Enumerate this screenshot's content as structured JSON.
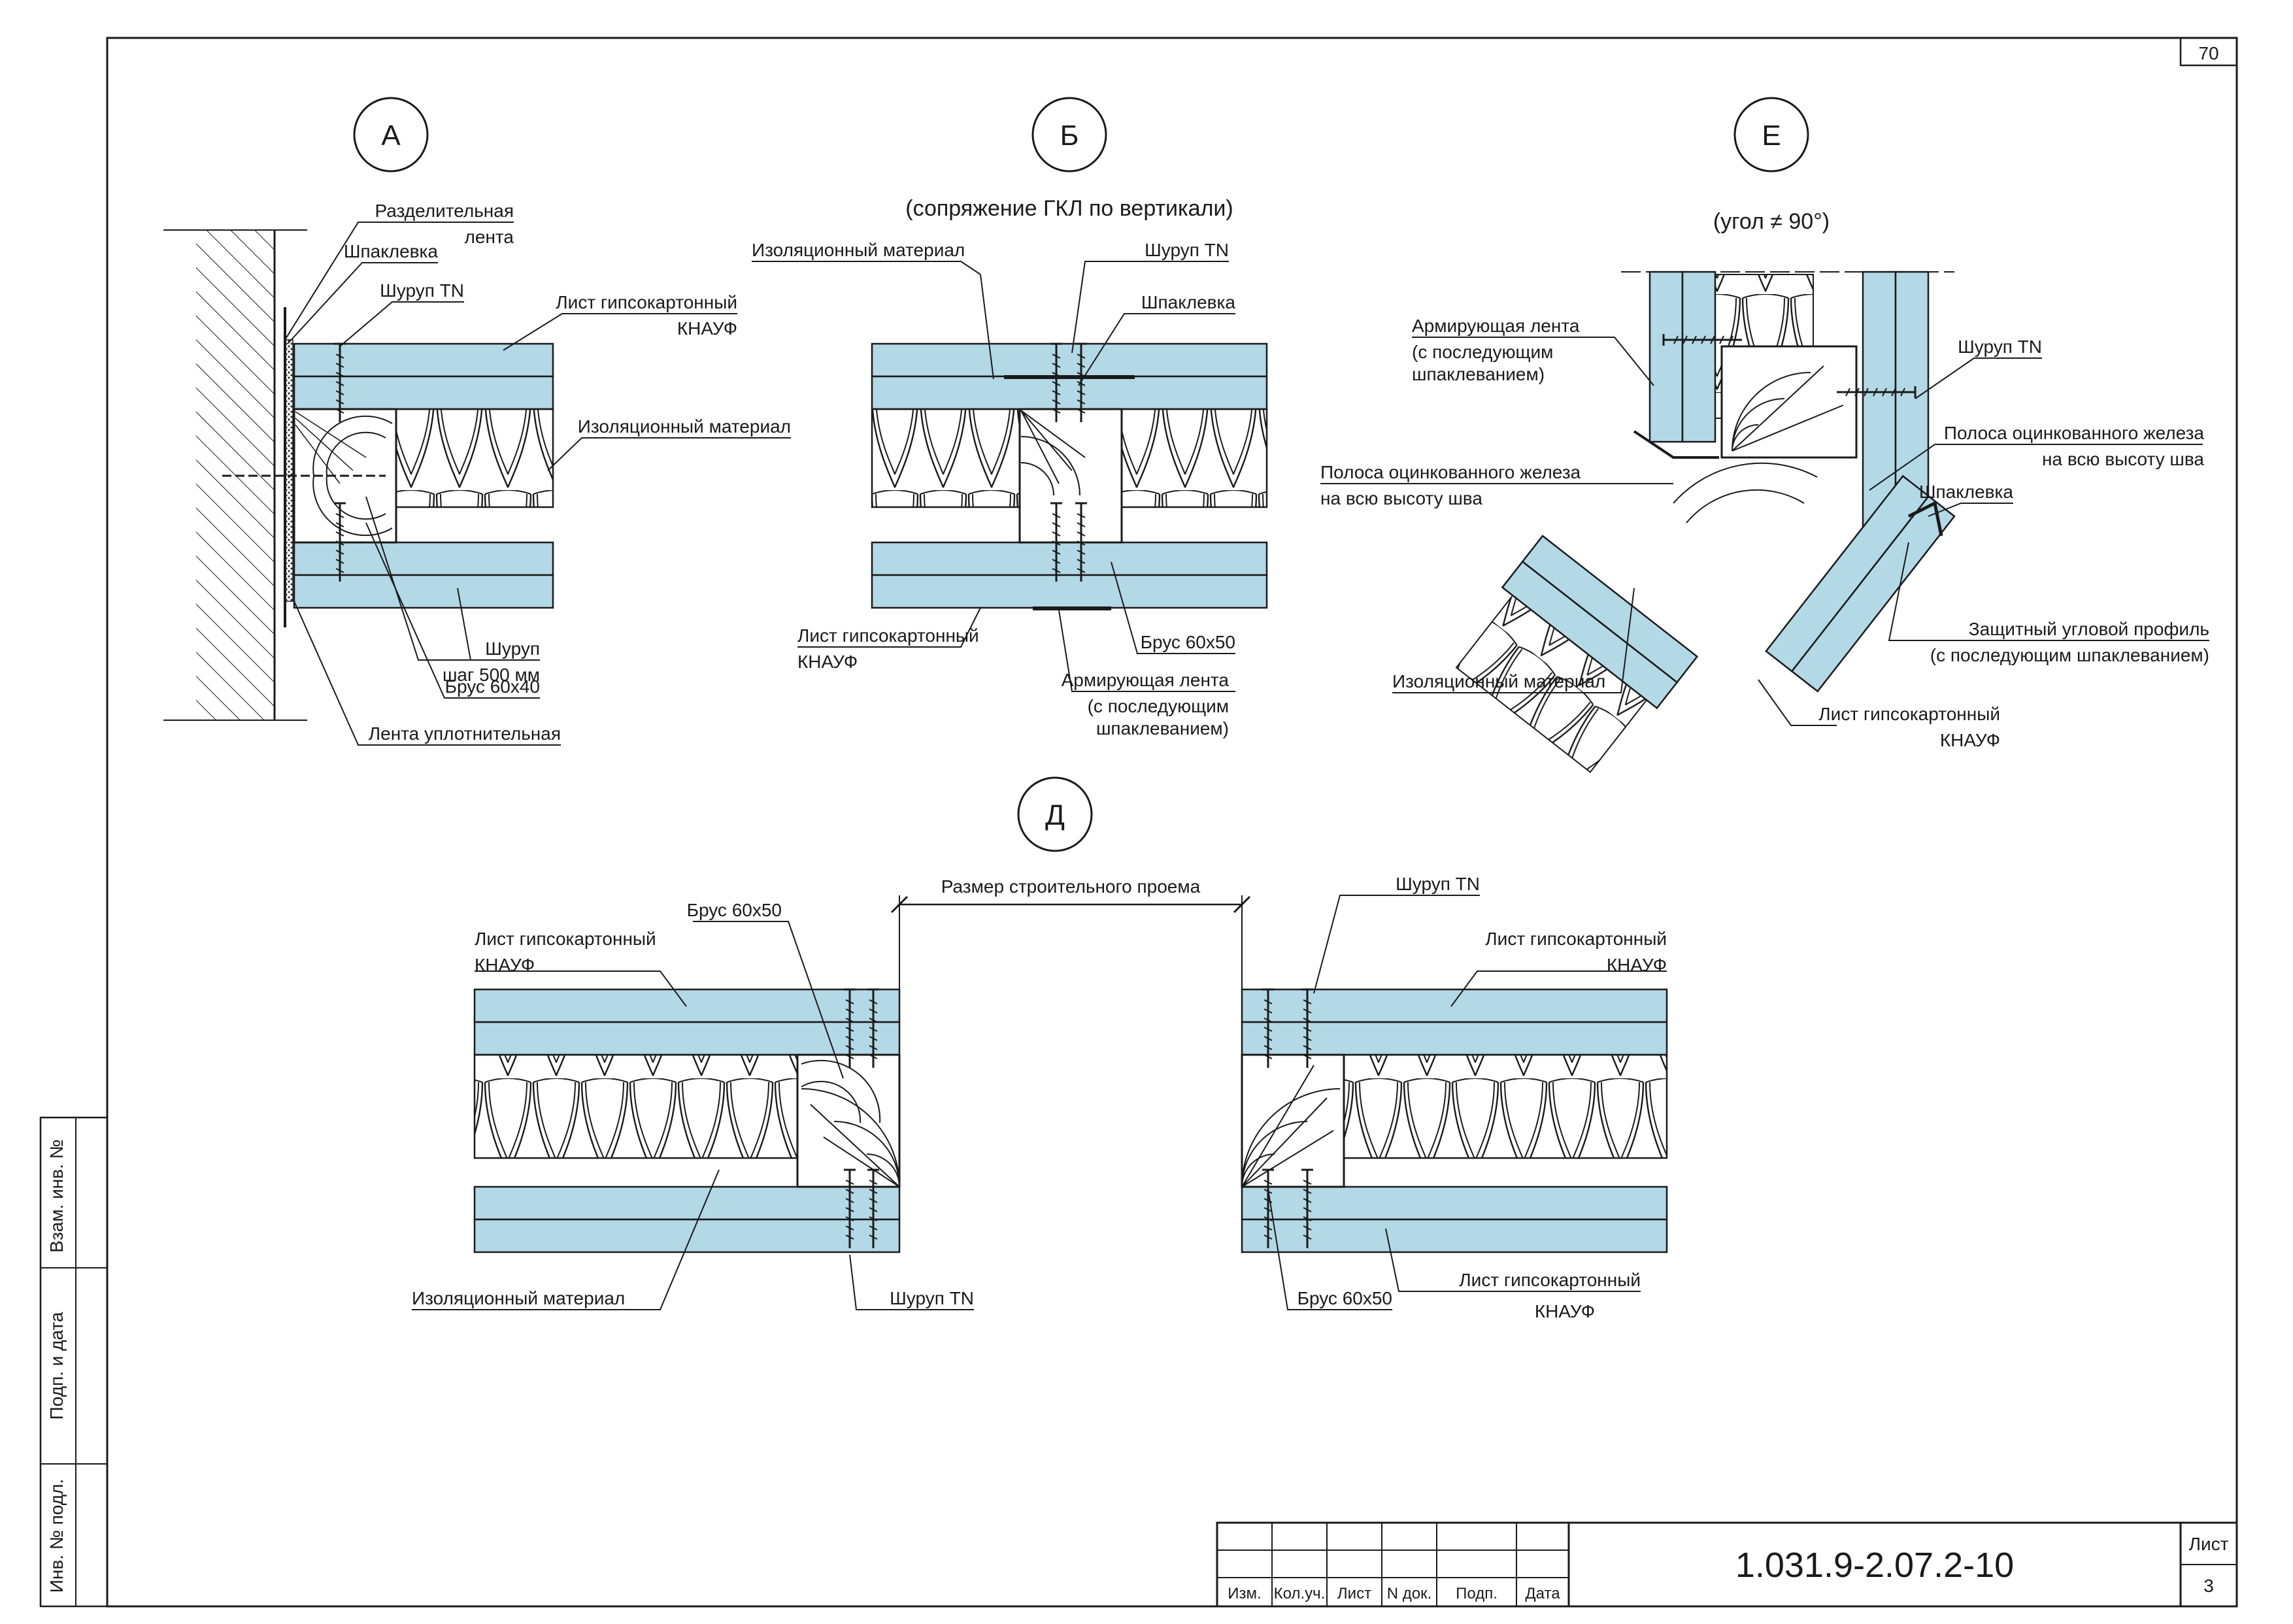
{
  "sheet": {
    "page_number_top": "70",
    "doc_code": "1.031.9-2.07.2-10",
    "sheet_label": "Лист",
    "sheet_number": "3",
    "stamp_headers": [
      "Изм.",
      "Кол.уч.",
      "Лист",
      "N док.",
      "Подп.",
      "Дата"
    ],
    "side_fields": [
      "Взам. инв. №",
      "Подп. и дата",
      "Инв. № подл."
    ]
  },
  "detail_a": {
    "marker": "А",
    "labels": {
      "separating_tape_1": "Разделительная",
      "separating_tape_2": "лента",
      "putty": "Шпаклевка",
      "screw_tn": "Шуруп TN",
      "gkl_1": "Лист гипсокартонный",
      "gkl_2": "КНАУФ",
      "insulation": "Изоляционный материал",
      "screw_1": "Шуруп",
      "screw_2": "шаг 500 мм",
      "beam": "Брус 60х40",
      "sealing_tape": "Лента уплотнительная"
    }
  },
  "detail_b": {
    "marker": "Б",
    "subtitle": "(сопряжение ГКЛ по вертикали)",
    "labels": {
      "insulation": "Изоляционный материал",
      "screw_tn": "Шуруп TN",
      "putty": "Шпаклевка",
      "gkl_1": "Лист гипсокартонный",
      "gkl_2": "КНАУФ",
      "beam": "Брус 60х50",
      "tape_1": "Армирующая лента",
      "tape_2": "(с последующим",
      "tape_3": "шпаклеванием)"
    }
  },
  "detail_e": {
    "marker": "Е",
    "subtitle": "(угол ≠ 90°)",
    "labels": {
      "tape_1": "Армирующая лента",
      "tape_2": "(с последующим",
      "tape_3": "шпаклеванием)",
      "screw_tn": "Шуруп TN",
      "strip_r1": "Полоса оцинкованного железа",
      "strip_r2": "на всю высоту шва",
      "strip_l1": "Полоса оцинкованного железа",
      "strip_l2": "на всю высоту шва",
      "putty": "Шпаклевка",
      "profile_1": "Защитный угловой профиль",
      "profile_2": "(с последующим шпаклеванием)",
      "insulation": "Изоляционный материал",
      "gkl_1": "Лист гипсокартонный",
      "gkl_2": "КНАУФ"
    }
  },
  "detail_d": {
    "marker": "Д",
    "opening": "Размер строительного проема",
    "labels": {
      "beam_left": "Брус 60х50",
      "gkl_left_1": "Лист гипсокартонный",
      "gkl_left_2": "КНАУФ",
      "insulation": "Изоляционный материал",
      "screw_left": "Шуруп TN",
      "screw_right": "Шуруп TN",
      "gkl_right_top_1": "Лист гипсокартонный",
      "gkl_right_top_2": "КНАУФ",
      "beam_right": "Брус 60х50",
      "gkl_right_bot_1": "Лист гипсокартонный",
      "gkl_right_bot_2": "КНАУФ"
    }
  },
  "colors": {
    "board": "#b3d8e6",
    "line": "#1a1a1a"
  }
}
